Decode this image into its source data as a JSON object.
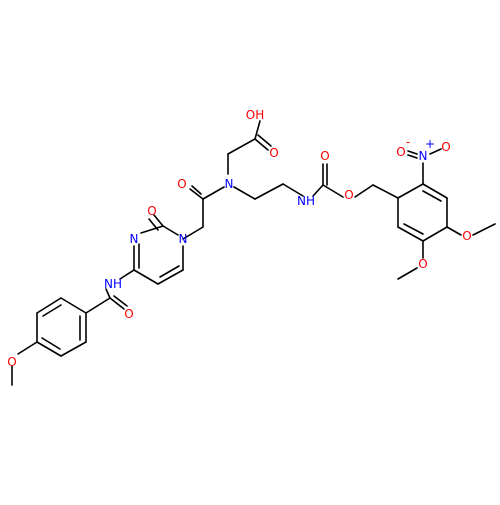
{
  "molecule": {
    "atom_labels": {
      "oh_top": "OH",
      "o_acid_carbonyl": "O",
      "o_amide_carbonyl": "O",
      "n_central": "N",
      "nh_carbamate": "NH",
      "o_carbamate_carbonyl": "O",
      "o_carbamate_ester": "O",
      "n_nitro": "N",
      "nitro_plus": "+",
      "o_nitro_left": "O",
      "nitro_minus": "-",
      "o_nitro_right": "O",
      "o_methoxy_right": "O",
      "o_methoxy_bottom": "O",
      "o_pyrimidinone": "O",
      "n3_ring": "N",
      "n1_ring": "N",
      "nh_benzamide": "NH",
      "o_benzamide_carbonyl": "O",
      "o_anisole": "O"
    },
    "colors": {
      "bond": "#000000",
      "oxygen": "#ff0000",
      "nitrogen": "#0000ff",
      "background": "#ffffff"
    }
  }
}
